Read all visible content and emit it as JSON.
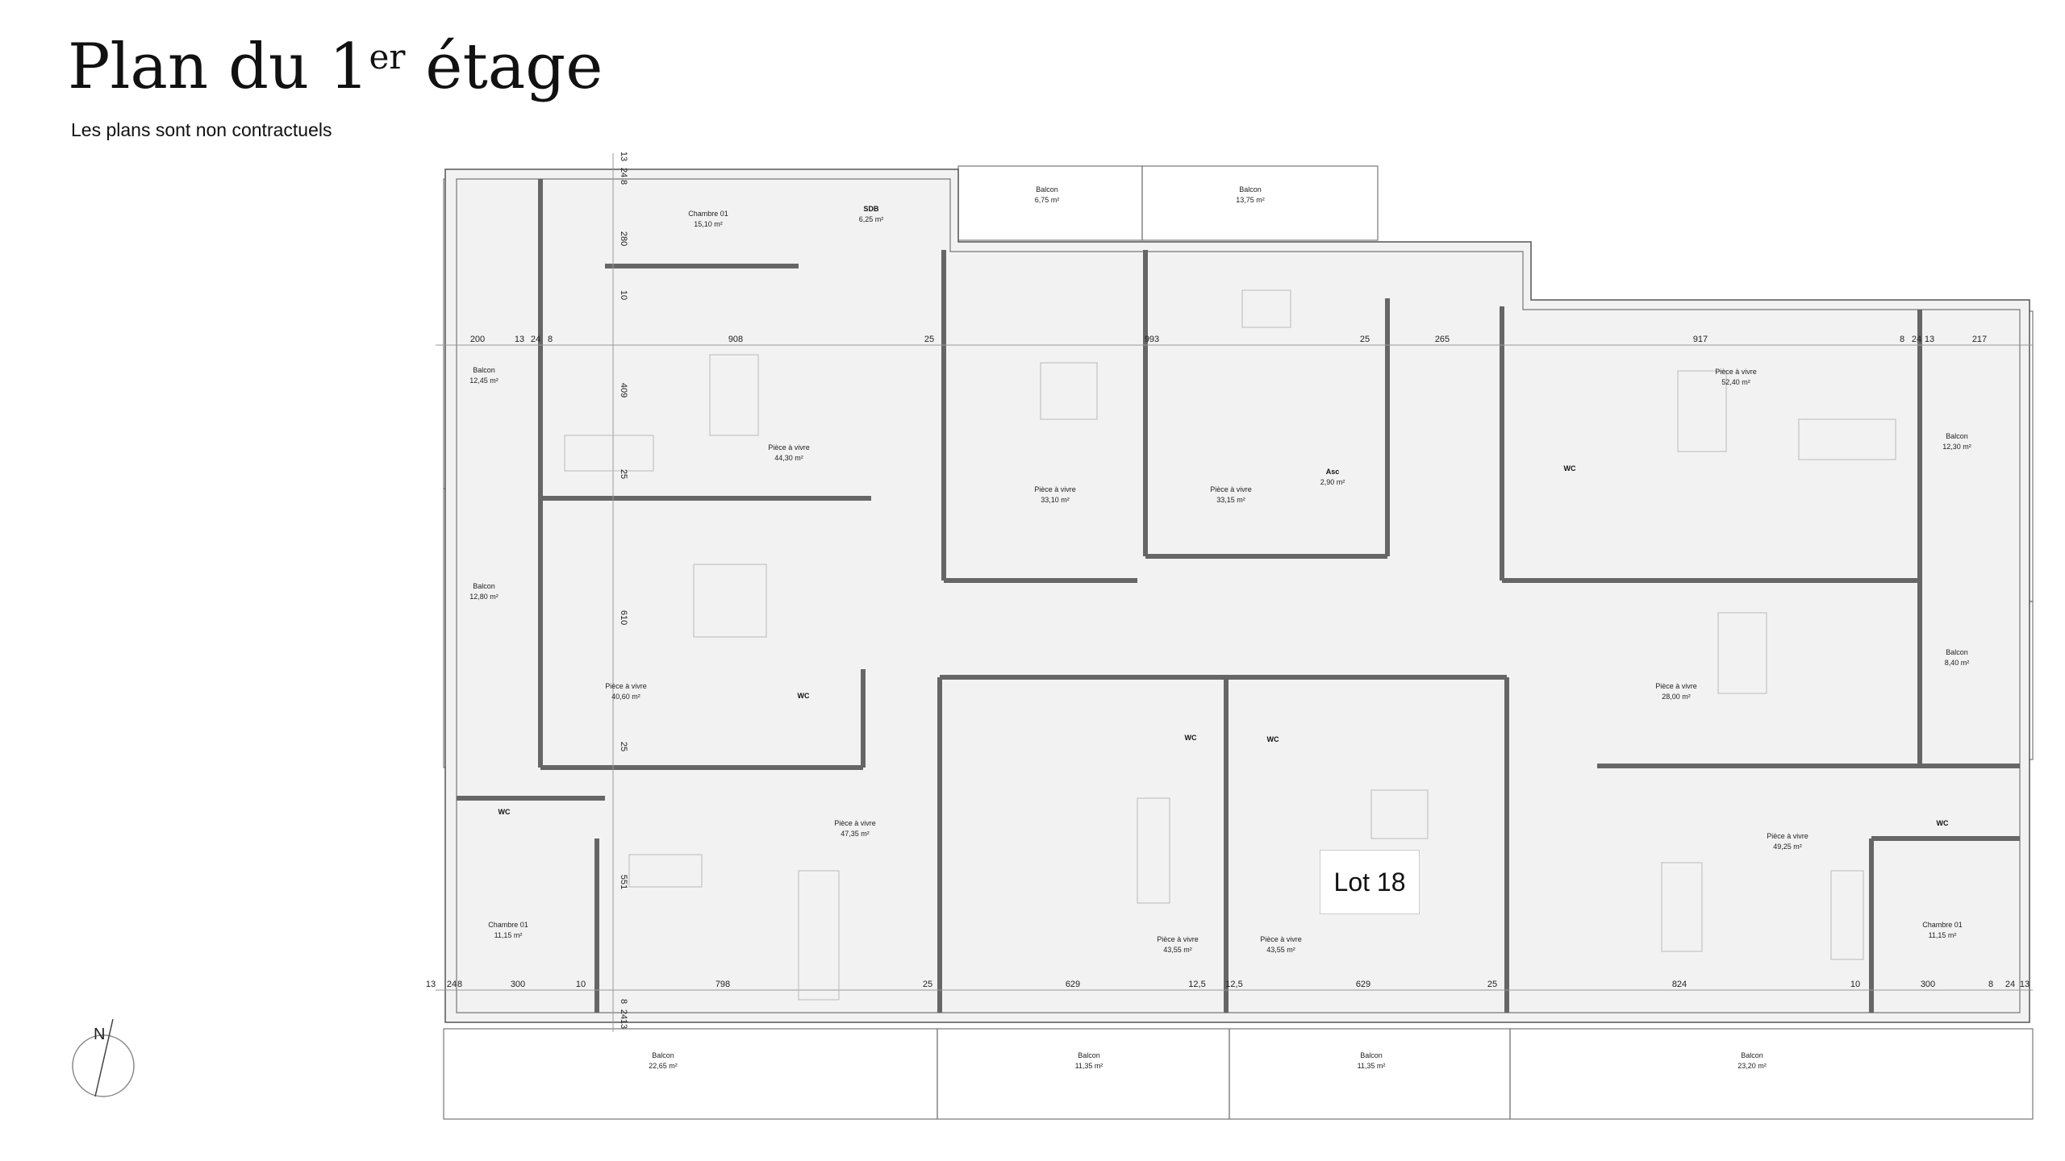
{
  "header": {
    "title_main": "Plan du 1",
    "title_sup": "er",
    "title_end": " étage",
    "subtitle": "Les plans sont non contractuels"
  },
  "compass": {
    "north_label": "N"
  },
  "highlight": {
    "lot_label": "Lot 18",
    "color": "#f5b5b5"
  },
  "rooms": [
    {
      "name": "Chambre 01",
      "area": "15,10 m²"
    },
    {
      "name": "SDB",
      "area": "6,25 m²"
    },
    {
      "name": "Balcon",
      "area": "6,75 m²"
    },
    {
      "name": "Balcon",
      "area": "13,75 m²"
    },
    {
      "name": "Balcon",
      "area": "12,45 m²"
    },
    {
      "name": "Pièce à vivre",
      "area": "44,30 m²"
    },
    {
      "name": "Pièce à vivre",
      "area": "33,10 m²"
    },
    {
      "name": "Pièce à vivre",
      "area": "33,15 m²"
    },
    {
      "name": "Asc",
      "area": "2,90 m²"
    },
    {
      "name": "Pièce à vivre",
      "area": "52,40 m²"
    },
    {
      "name": "WC",
      "area": ""
    },
    {
      "name": "Balcon",
      "area": "12,30 m²"
    },
    {
      "name": "Balcon",
      "area": "12,80 m²"
    },
    {
      "name": "Pièce à vivre",
      "area": "40,60 m²"
    },
    {
      "name": "WC",
      "area": ""
    },
    {
      "name": "Pièce à vivre",
      "area": "28,00 m²"
    },
    {
      "name": "Balcon",
      "area": "8,40 m²"
    },
    {
      "name": "WC",
      "area": ""
    },
    {
      "name": "WC",
      "area": ""
    },
    {
      "name": "WC",
      "area": ""
    },
    {
      "name": "Pièce à vivre",
      "area": "47,35 m²"
    },
    {
      "name": "Pièce à vivre",
      "area": "49,25 m²"
    },
    {
      "name": "WC",
      "area": ""
    },
    {
      "name": "Chambre 01",
      "area": "11,15 m²"
    },
    {
      "name": "Pièce à vivre",
      "area": "43,55 m²"
    },
    {
      "name": "Pièce à vivre",
      "area": "43,55 m²"
    },
    {
      "name": "Chambre 01",
      "area": "11,15 m²"
    },
    {
      "name": "Balcon",
      "area": "22,65 m²"
    },
    {
      "name": "Balcon",
      "area": "11,35 m²"
    },
    {
      "name": "Balcon",
      "area": "11,35 m²"
    },
    {
      "name": "Balcon",
      "area": "23,20 m²"
    }
  ],
  "dimensions": {
    "top_row": [
      "200",
      "13",
      "24",
      "8",
      "908",
      "25",
      "993",
      "25",
      "265",
      "917",
      "8",
      "24",
      "13",
      "217"
    ],
    "bottom_row": [
      "13",
      "24",
      "8",
      "300",
      "10",
      "798",
      "25",
      "629",
      "12,5",
      "12,5",
      "629",
      "25",
      "824",
      "10",
      "300",
      "8",
      "24",
      "13"
    ],
    "vertical_left": [
      "13",
      "24",
      "8",
      "280",
      "10",
      "409",
      "25",
      "610",
      "25",
      "551",
      "8",
      "24",
      "13"
    ]
  }
}
